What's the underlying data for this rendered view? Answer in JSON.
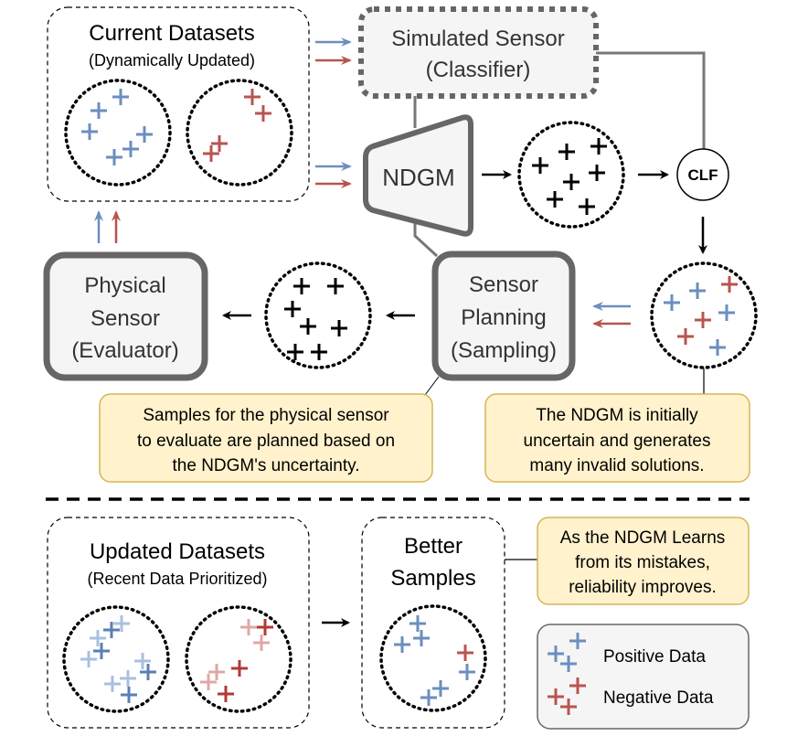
{
  "colors": {
    "positive": "#6c8ebf",
    "negative": "#b85450",
    "positive_light": "#a9c0e0",
    "negative_light": "#dfa8a6",
    "positive_dark": "#5a7fb5",
    "negative_dark": "#b03a36",
    "box_border": "#666666",
    "box_fill": "#f5f5f5",
    "note_fill": "#fff2cc",
    "note_border": "#d6b656",
    "ink": "#000000"
  },
  "current_datasets": {
    "title": "Current Datasets",
    "subtitle": "(Dynamically Updated)"
  },
  "simulated_sensor": {
    "line1": "Simulated Sensor",
    "line2": "(Classifier)"
  },
  "ndgm": {
    "label": "NDGM"
  },
  "clf": {
    "label": "CLF"
  },
  "physical_sensor": {
    "line1": "Physical",
    "line2": "Sensor",
    "line3": "(Evaluator)"
  },
  "sensor_planning": {
    "line1": "Sensor",
    "line2": "Planning",
    "line3": "(Sampling)"
  },
  "notes": {
    "sampling": [
      "Samples for the physical sensor",
      "to evaluate are planned based on",
      "the NDGM's uncertainty."
    ],
    "uncertain": [
      "The NDGM is initially",
      "uncertain and generates",
      "many invalid solutions."
    ],
    "learns": [
      "As the NDGM Learns",
      "from its mistakes,",
      "reliability improves."
    ]
  },
  "updated_datasets": {
    "title": "Updated Datasets",
    "subtitle": "(Recent Data Prioritized)"
  },
  "better_samples": {
    "line1": "Better",
    "line2": "Samples"
  },
  "legend": {
    "positive": "Positive Data",
    "negative": "Negative Data"
  }
}
